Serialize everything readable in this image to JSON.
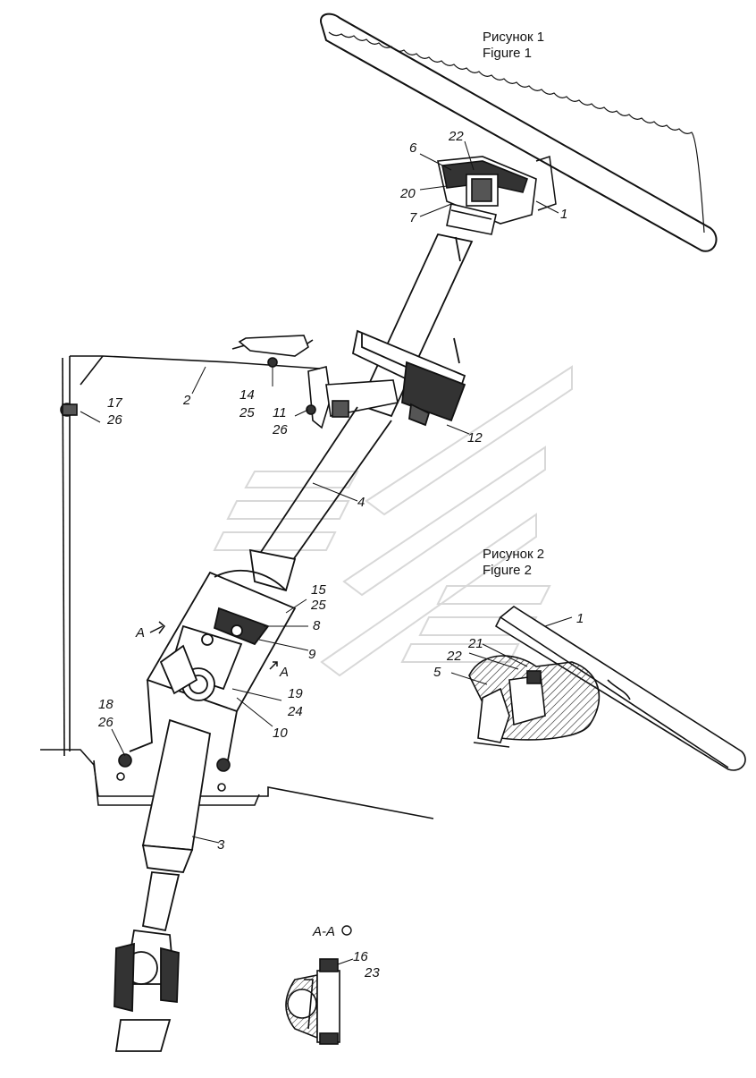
{
  "captions": {
    "figure1_ru": "Рисунок 1",
    "figure1_en": "Figure 1",
    "figure2_ru": "Рисунок 2",
    "figure2_en": "Figure 2"
  },
  "section_label": "A-A",
  "section_marks": [
    "A",
    "A"
  ],
  "labels": {
    "p1": "1",
    "p2": "2",
    "p3": "3",
    "p4": "4",
    "p5": "5",
    "p6": "6",
    "p7": "7",
    "p8": "8",
    "p9": "9",
    "p10": "10",
    "p11": "11",
    "p12": "12",
    "p14": "14",
    "p15": "15",
    "p16": "16",
    "p17": "17",
    "p18": "18",
    "p19": "19",
    "p20": "20",
    "p21": "21",
    "p22": "22",
    "p23": "23",
    "p24": "24",
    "p25": "25",
    "p26": "26"
  },
  "figure2_labels": {
    "p1": "1",
    "p5": "5",
    "p21": "21",
    "p22": "22"
  }
}
